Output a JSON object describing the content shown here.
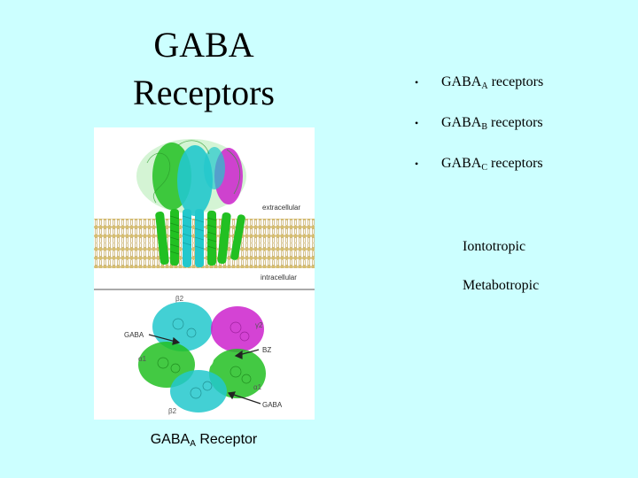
{
  "title": {
    "line1": "GABA",
    "line2": "Receptors"
  },
  "bullets": [
    {
      "base": "GABA",
      "sub": "A",
      "rest": "receptors"
    },
    {
      "base": "GABA",
      "sub": "B",
      "rest": "receptors"
    },
    {
      "base": "GABA",
      "sub": "C",
      "rest": "receptors"
    }
  ],
  "bullet_marker": "•",
  "notes": {
    "ionotropic": "Iontotropic",
    "metabotropic": "Metabotropic"
  },
  "figure": {
    "membrane_labels": {
      "extracellular": "extracellular",
      "intracellular": "intracellular"
    },
    "subunit_labels": {
      "beta2_top": "β2",
      "gamma2": "γ2",
      "alpha1_left": "α1",
      "alpha1_right": "α1",
      "beta2_bottom": "β2"
    },
    "site_labels": {
      "gaba_left": "GABA",
      "bz": "BZ",
      "gaba_bottom": "GABA"
    },
    "colors": {
      "alpha": "#22c022",
      "beta": "#22c8cc",
      "gamma": "#cc22cc",
      "membrane": "#e8d8a0"
    }
  },
  "caption": {
    "base": "GABA",
    "sub": "A",
    "rest": "Receptor"
  }
}
